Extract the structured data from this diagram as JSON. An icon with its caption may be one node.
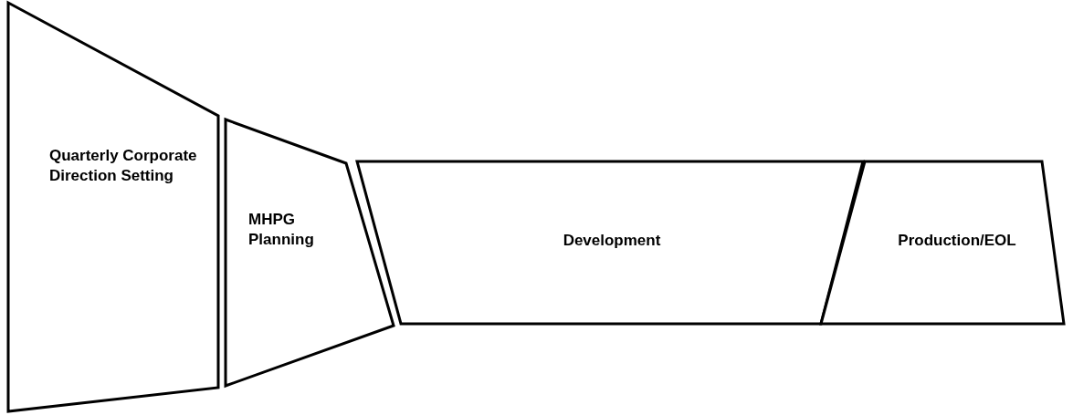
{
  "diagram": {
    "nodes": [
      {
        "text": [
          "Quarterly Corporate Direction Setting"
        ]
      },
      {
        "text": [
          "MHPG Planning"
        ]
      },
      {
        "text": [
          "Development"
        ]
      },
      {
        "text": [
          "Production/EOL"
        ]
      }
    ]
  }
}
